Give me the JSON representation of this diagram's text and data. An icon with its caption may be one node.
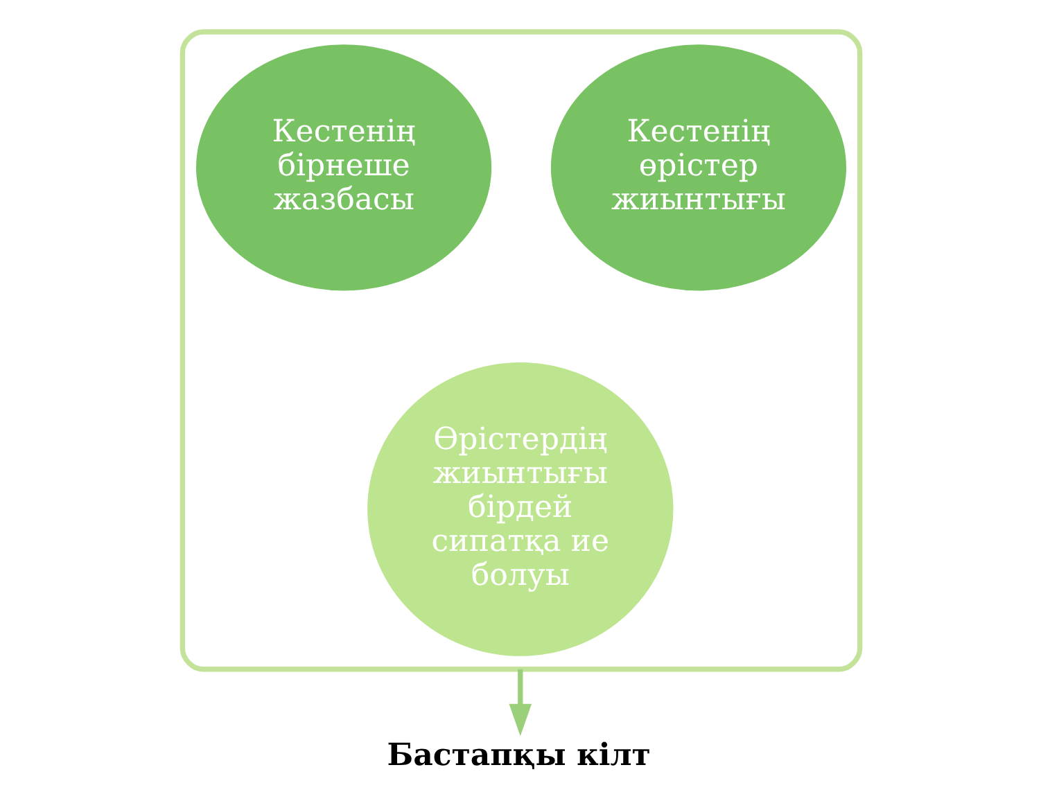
{
  "diagram": {
    "nodes": [
      {
        "text": [],
        "shape": "funnel"
      },
      {
        "text": [
          "Кестенің өрістер жиынтығы"
        ],
        "in": 0
      },
      {
        "text": [
          "Кестенің бірнеше жазбасы"
        ],
        "in": 0
      },
      {
        "text": [
          "Өрістердің жиынтығы бірдей сипатқа ие болуы"
        ],
        "in": 0
      },
      {
        "text": [
          "Бастапқы кілт"
        ]
      }
    ],
    "edges": [
      {
        "from": 0,
        "to": 4,
        "arrow": "to"
      }
    ]
  }
}
